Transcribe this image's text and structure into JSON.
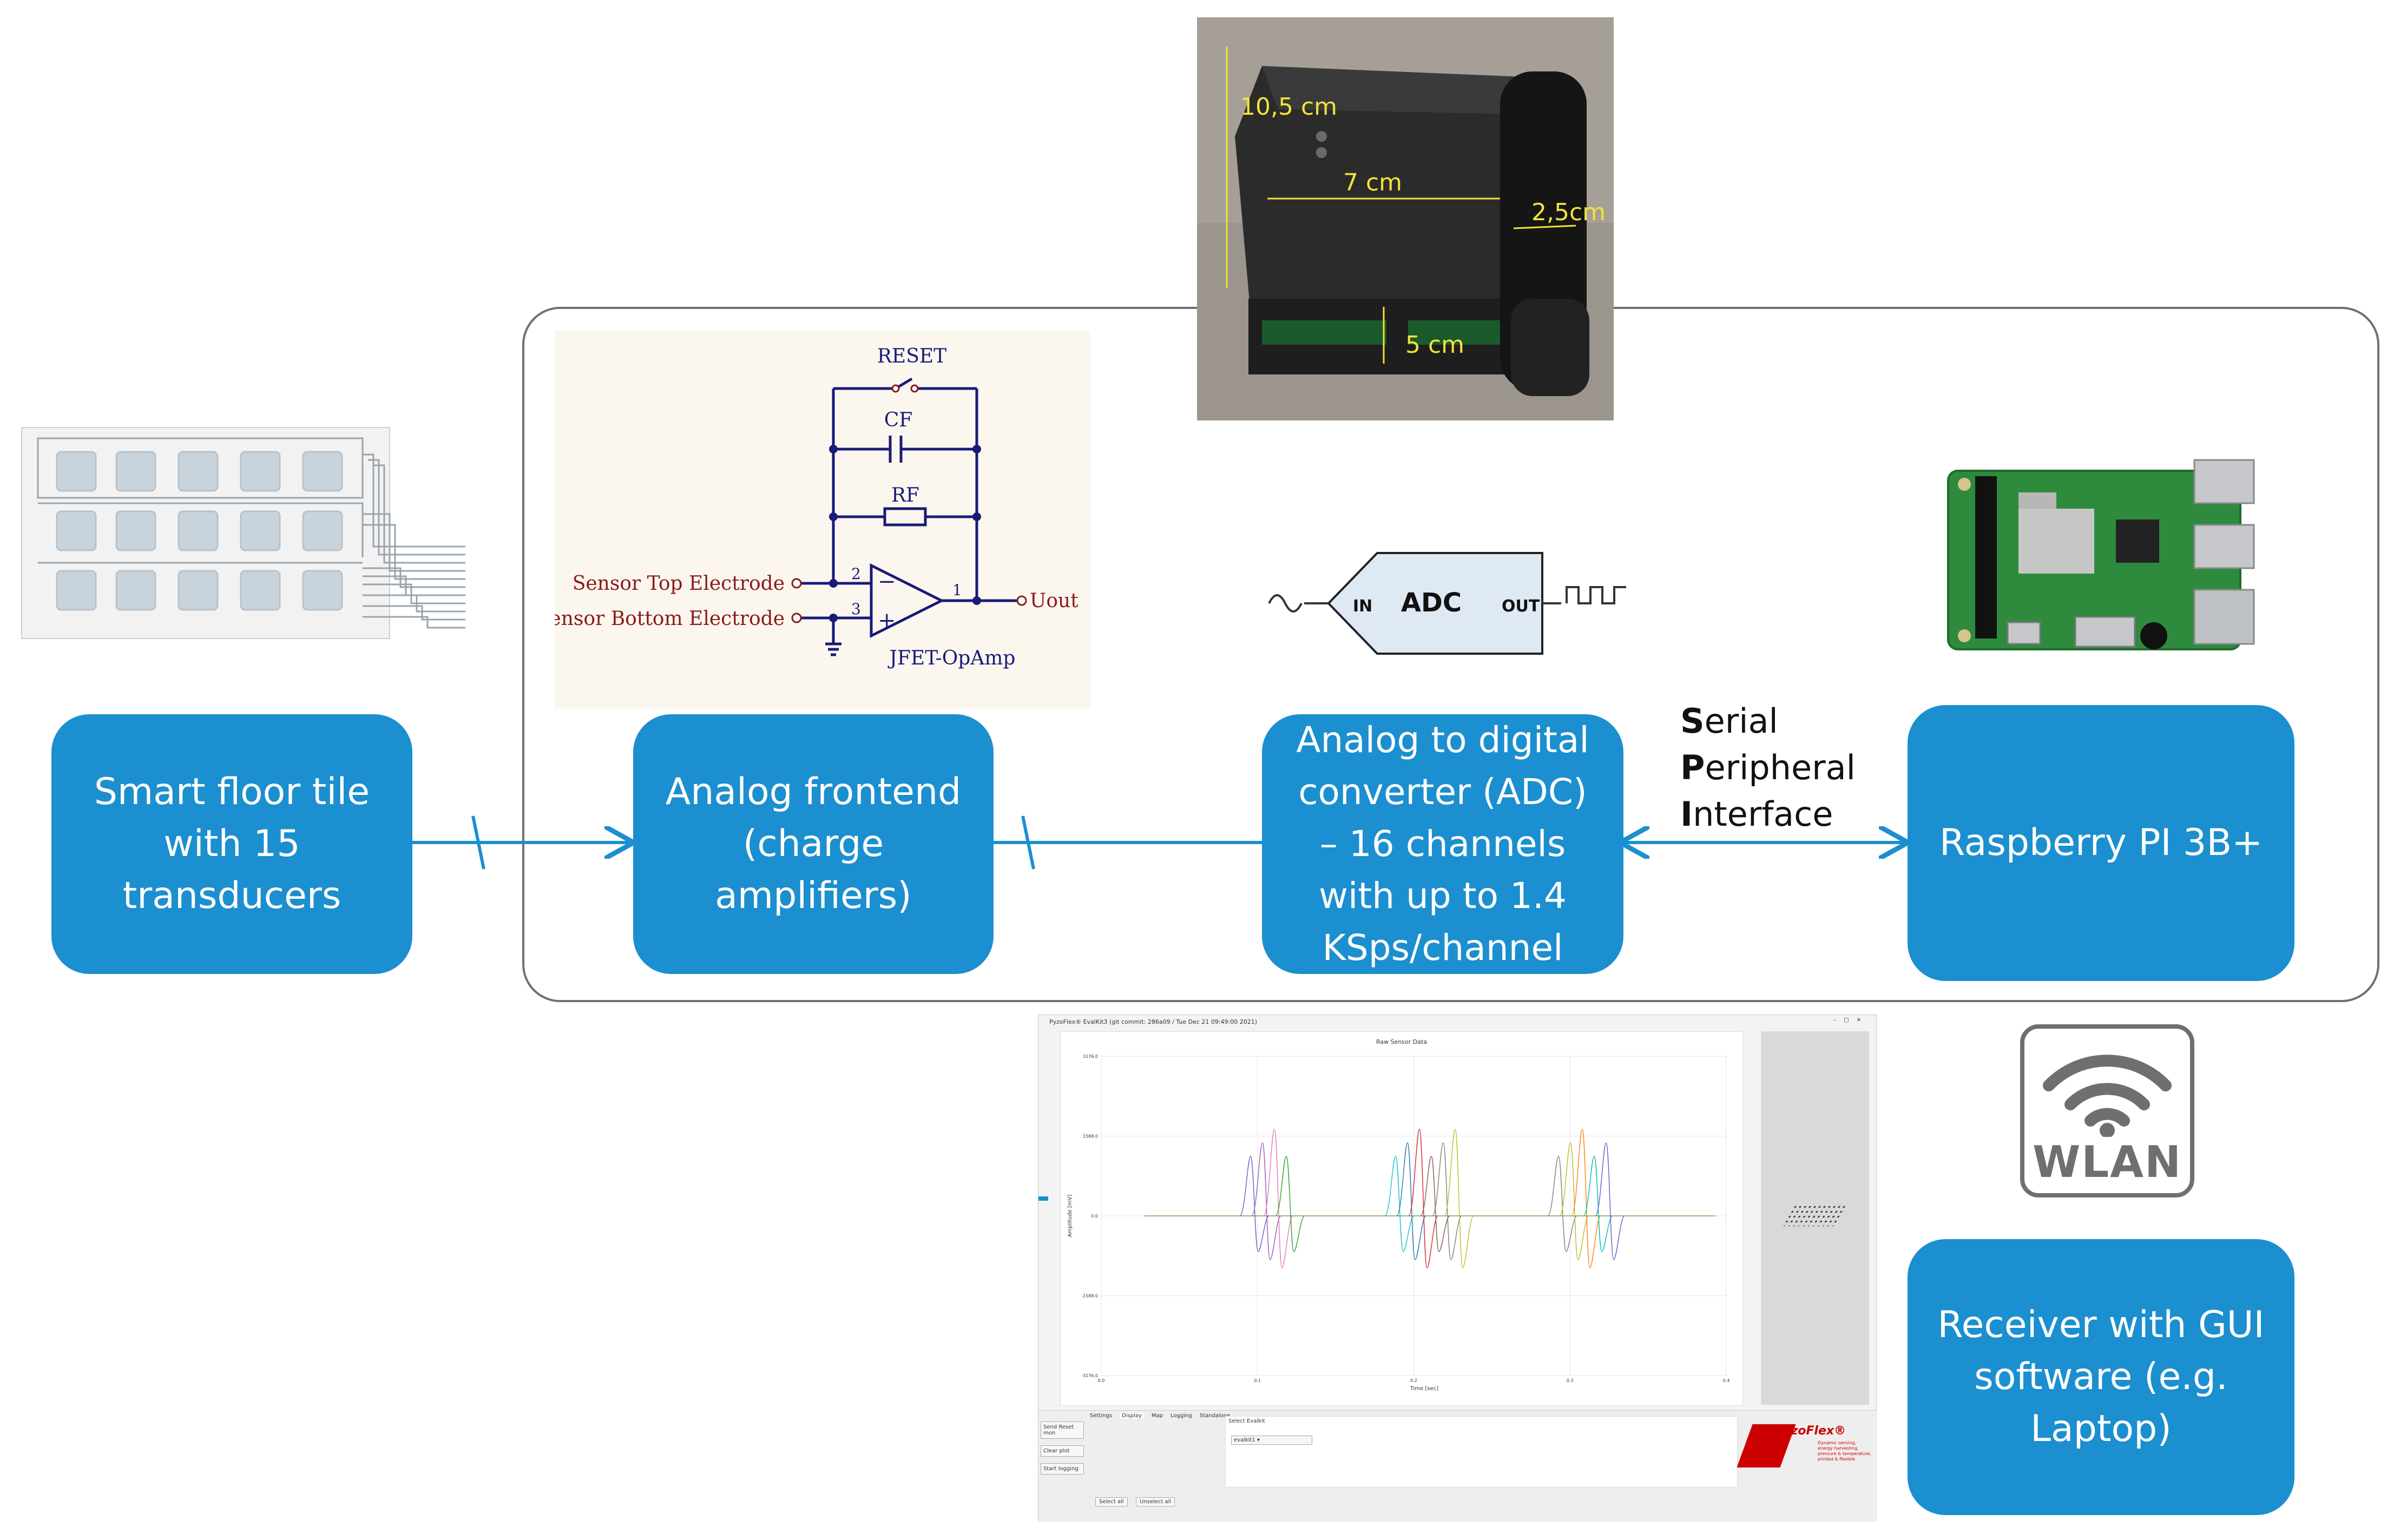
{
  "blocks": {
    "floor_tile": "Smart floor tile\nwith 15\ntransducers",
    "analog_frontend": "Analog frontend\n(charge\namplifiers)",
    "adc": "Analog to digital\nconverter (ADC)\n– 16 channels\nwith up to 1.4\nKSps/channel",
    "raspberry": "Raspberry PI 3B+",
    "receiver": "Receiver with GUI\nsoftware (e.g.\nLaptop)"
  },
  "spi_label": {
    "line1_initial": "S",
    "line1_rest": "erial",
    "line2_initial": "P",
    "line2_rest": "eripheral",
    "line3_initial": "I",
    "line3_rest": "nterface"
  },
  "circuit": {
    "reset": "RESET",
    "cf": "CF",
    "rf": "RF",
    "top_electrode": "Sensor Top Electrode",
    "bottom_electrode": "Sensor Bottom Electrode",
    "uout": "Uout",
    "opamp": "JFET-OpAmp",
    "pin2": "2",
    "pin3": "3",
    "pin1": "1",
    "minus": "−",
    "plus": "+"
  },
  "adc_symbol": {
    "title": "ADC",
    "in": "IN",
    "out": "OUT"
  },
  "device_photo": {
    "height": "10,5 cm",
    "width": "7 cm",
    "depth": "2,5cm",
    "bottom": "5 cm"
  },
  "wlan": {
    "label": "WLAN"
  },
  "gui": {
    "window_title": "PyzoFlex® EvalKit3 (git commit: 286a09 / Tue Dec 21 09:49:00 2021)",
    "plot_title": "Raw Sensor Data",
    "ylabel": "Amplitude [mV]",
    "xlabel": "Time [sec]",
    "yticks": [
      "3176.0",
      "1588.0",
      "0.0",
      "-1588.0",
      "-3176.0"
    ],
    "xticks": [
      "0.0",
      "0.1",
      "0.2",
      "0.3",
      "0.4"
    ],
    "buttons": [
      "Send Reset mon",
      "Clear plot",
      "Start logging"
    ],
    "tabs": [
      "Settings",
      "Display",
      "Map",
      "Logging",
      "Standalone"
    ],
    "select_label": "Select Evalkit",
    "select_value": "evalkit1",
    "select_all": "Select all",
    "unselect_all": "Unselect all",
    "logo": "PyzoFlex®",
    "logo_sub": "Dynamic sensing, energy harvesting, pressure & temperature, printed & flexible"
  },
  "colors": {
    "block": "#1b8fcf",
    "connector": "#1b8fcf",
    "frame": "#707070",
    "circuit_text": "#8b1a1a"
  }
}
